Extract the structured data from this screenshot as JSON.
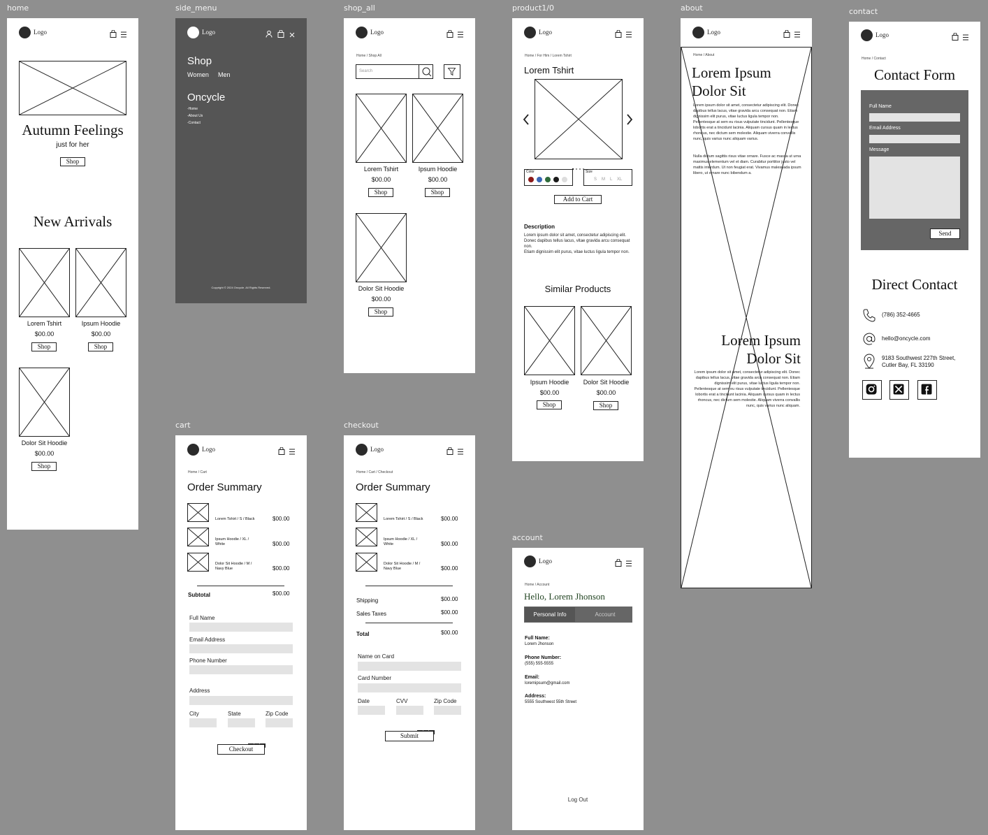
{
  "frames": {
    "home": "home",
    "side_menu": "side_menu",
    "shop_all": "shop_all",
    "product": "product1/0",
    "about": "about",
    "contact": "contact",
    "cart": "cart",
    "checkout": "checkout",
    "account": "account"
  },
  "logo_text": "Logo",
  "shop_label": "Shop",
  "price": "$00.00",
  "home": {
    "hero_title": "Autumn Feelings",
    "hero_sub": "just for her",
    "section_title": "New Arrivals",
    "products": [
      "Lorem Tshirt",
      "Ipsum Hoodie",
      "Dolor Sit Hoodie"
    ]
  },
  "side_menu": {
    "shop_heading": "Shop",
    "women": "Women",
    "men": "Men",
    "brand_heading": "Oncycle",
    "links": [
      "-Home",
      "-About Us",
      "-Contact"
    ],
    "copyright": "Copyright © 2024 Oncycle. All Rights Reserved."
  },
  "shop_all": {
    "breadcrumb": "Home / Shop All",
    "search_placeholder": "Search",
    "products": [
      "Lorem Tshirt",
      "Ipsum Hoodie",
      "Dolor Sit Hoodie"
    ]
  },
  "product": {
    "breadcrumb": "Home / For Him / Lorem Tshirt",
    "title": "Lorem Tshirt",
    "color_label": "Color",
    "colors": [
      "#8b1a1a",
      "#3a66b5",
      "#2f6b3a",
      "#1a1a1a",
      "#dddddd"
    ],
    "size_label": "Size",
    "sizes": [
      "S",
      "M",
      "L",
      "XL"
    ],
    "add_to_cart": "Add to Cart",
    "desc_heading": "Description",
    "desc_text1": "Lorem ipsum dolor sit amet, consectetur adipiscing elit. Donec dapibus tellus lacus, vitae gravida arcu consequat non.",
    "desc_text2": "Etiam dignissim elit purus, vitae luctus ligula tempor non.",
    "similar_heading": "Similar Products",
    "similar": [
      "Ipsum Hoodie",
      "Dolor Sit Hoodie"
    ]
  },
  "about": {
    "breadcrumb": "Home / About",
    "heading1a": "Lorem Ipsum",
    "heading1b": "Dolor Sit",
    "para1": "Lorem ipsum dolor sit amet, consectetur adipiscing elit. Donec dapibus tellus lacus, vitae gravida arcu consequat non. Etiam dignissim elit purus, vitae luctus ligula tempor non. Pellentesque at sem eu risus vulputate tincidunt. Pellentesque lobortis erat a tincidunt lacinia. Aliquam cursus quam in lectus rhoncus, nec dictum sem molestie. Aliquam viverra convallis nunc, quis varius nunc aliquam varius.",
    "para2": "Nulla dictum sagittis risus vitae ornare. Fusce ac massa ut urna maximus elementum vel et diam. Curabitur porttitor justo vel mattis interdum. Ut non feugiat erat. Vivamus malesuada ipsum libero, ut ornare nunc bibendum a.",
    "heading2a": "Lorem Ipsum",
    "heading2b": "Dolor Sit",
    "para3": "Lorem ipsum dolor sit amet, consectetur adipiscing elit. Donec dapibus tellus lacus, vitae gravida arcu consequat non. Etiam dignissim elit purus, vitae luctus ligula tempor non. Pellentesque at sem eu risus vulputate tincidunt. Pellentesque lobortis erat a tincidunt lacinia. Aliquam cursus quam in lectus rhoncus, nec dictum sem molestie. Aliquam viverra convallis nunc, quis varius nunc aliquam."
  },
  "contact": {
    "breadcrumb": "Home / Contact",
    "form_title": "Contact Form",
    "full_name": "Full Name",
    "email": "Email Address",
    "message": "Message",
    "send": "Send",
    "direct_title": "Direct Contact",
    "phone": "(786) 352-4665",
    "email_addr": "hello@oncycle.com",
    "address1": "9183 Southwest 227th Street,",
    "address2": "Cutler Bay, FL 33190"
  },
  "cart": {
    "breadcrumb": "Home / Cart",
    "title": "Order Summary",
    "items": [
      {
        "name1": "Lorem Tshirt / S / Black",
        "name2": "",
        "price": "$00.00"
      },
      {
        "name1": "Ipsum Hoodie / XL /",
        "name2": "White",
        "price": "$00.00"
      },
      {
        "name1": "Dolor Sit Hoodie / M /",
        "name2": "Navy Blue",
        "price": "$00.00"
      }
    ],
    "subtotal_label": "Subtotal",
    "subtotal": "$00.00",
    "full_name": "Full Name",
    "email": "Email Address",
    "phone": "Phone Number",
    "address": "Address",
    "city": "City",
    "state": "State",
    "zip": "Zip Code",
    "checkout": "Checkout"
  },
  "checkout": {
    "breadcrumb": "Home / Cart / Checkout",
    "title": "Order Summary",
    "shipping_label": "Shipping",
    "shipping": "$00.00",
    "taxes_label": "Sales Taxes",
    "taxes": "$00.00",
    "total_label": "Total",
    "total": "$00.00",
    "name_on_card": "Name on Card",
    "card_number": "Card Number",
    "date": "Date",
    "cvv": "CVV",
    "zip": "Zip Code",
    "submit": "Submit"
  },
  "account": {
    "breadcrumb": "Home / Account",
    "greeting": "Hello, Lorem Jhonson",
    "tab_personal": "Personal Info",
    "tab_account": "Account",
    "full_name_label": "Full Name:",
    "full_name": "Lorem Jhonson",
    "phone_label": "Phone Number:",
    "phone": "(555) 555-5555",
    "email_label": "Email:",
    "email": "loremipsum@gmail.com",
    "address_label": "Address:",
    "address": "5555 Southwest 55th Street",
    "logout": "Log Out"
  }
}
